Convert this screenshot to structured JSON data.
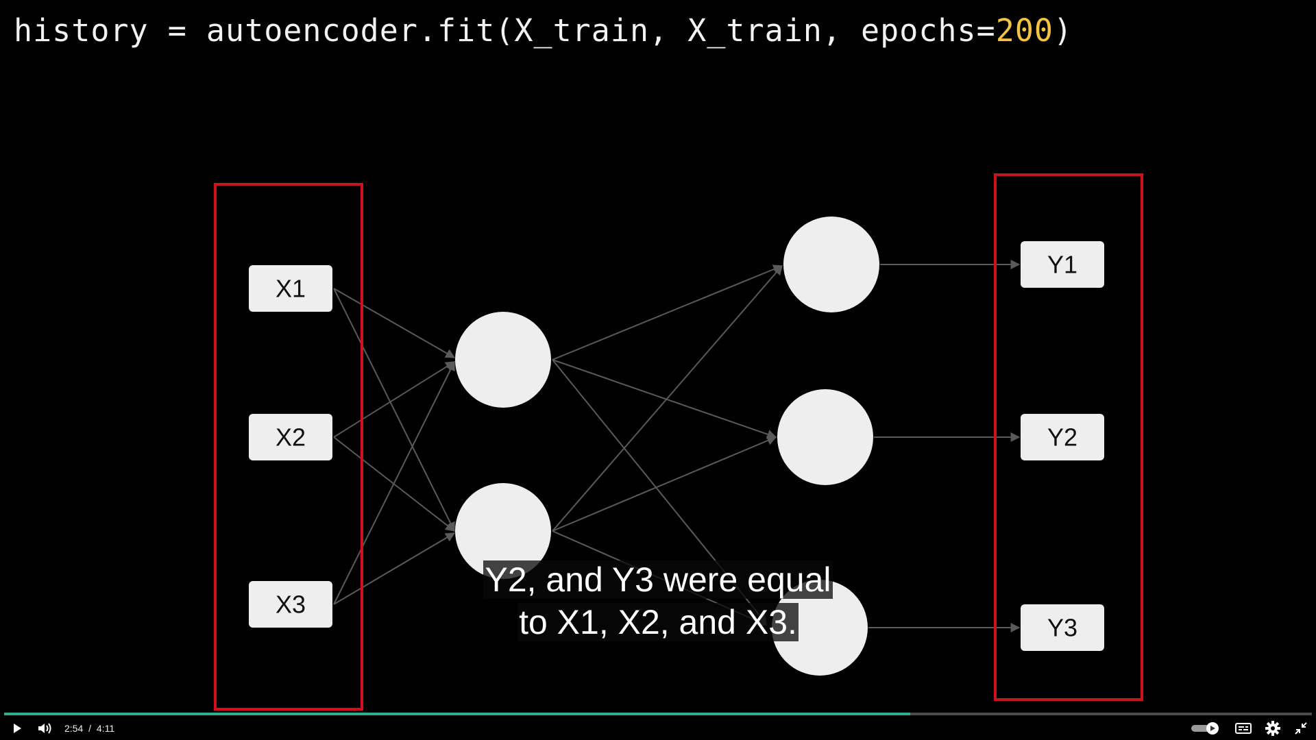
{
  "code": {
    "prefix": "history = autoencoder.fit(X_train, X_train, epochs=",
    "number": "200",
    "suffix": ")"
  },
  "diagram": {
    "inputs": [
      "X1",
      "X2",
      "X3"
    ],
    "outputs": [
      "Y1",
      "Y2",
      "Y3"
    ],
    "highlight_color": "#d0101a",
    "node_color": "#eeeeee",
    "edge_color": "#5a5a5a"
  },
  "captions": {
    "line1": "Y2, and Y3 were equal",
    "line2": "to X1, X2, and X3."
  },
  "player": {
    "current_time": "2:54",
    "separator": "/",
    "duration": "4:11",
    "progress": 0.693,
    "progress_color": "#2fb08a",
    "icons": [
      "play-icon",
      "volume-icon",
      "autoplay-toggle-icon",
      "subtitles-icon",
      "settings-icon",
      "exit-fullscreen-icon"
    ]
  }
}
